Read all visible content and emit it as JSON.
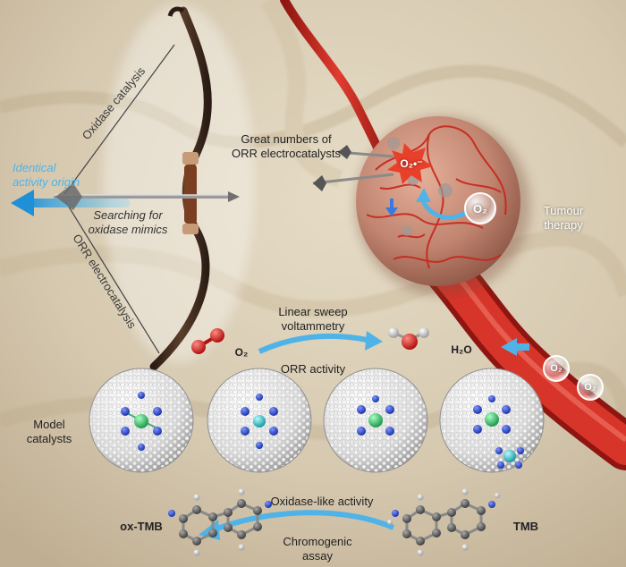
{
  "labels": {
    "oxidase_catalysis": "Oxidase catalysis",
    "orr_electrocatalysis": "ORR electrocatalysis",
    "identical_origin_line1": "Identical",
    "identical_origin_line2": "activity origin",
    "searching_line1": "Searching for",
    "searching_line2": "oxidase mimics",
    "great_numbers_line1": "Great numbers of",
    "great_numbers_line2": "ORR electrocatalysts",
    "tumour_line1": "Tumour",
    "tumour_line2": "therapy",
    "superoxide_radical": "O₂•⁻",
    "o2_bubble": "O₂",
    "o2_reactant": "O₂",
    "h2o_product": "H₂O",
    "lsv_line1": "Linear sweep",
    "lsv_line2": "voltammetry",
    "orr_activity": "ORR activity",
    "model_line1": "Model",
    "model_line2": "catalysts",
    "oxidase_like_activity": "Oxidase-like activity",
    "chromogenic_line1": "Chromogenic",
    "chromogenic_line2": "assay",
    "ox_tmb": "ox-TMB",
    "tmb": "TMB",
    "vessel_o2_a": "O₂",
    "vessel_o2_b": "O₂"
  },
  "colors": {
    "background": "#d9cdb6",
    "accent_blue": "#4fb3e8",
    "vessel_red": "#c8241b",
    "tumour": "#c48b74",
    "oxygen_red": "#d42020",
    "nitrogen_blue": "#2f4fd8",
    "metal_green": "#4cd07a",
    "metal_cyan": "#3cc6cf",
    "carbon_white": "#f2f2f2",
    "carbon_grey": "#6b6b6b"
  },
  "icons": [
    "bow-icon",
    "arrow-icon",
    "tumour-icon",
    "blood-vessel-icon",
    "fullerene-catalyst-icon",
    "molecule-icon"
  ]
}
